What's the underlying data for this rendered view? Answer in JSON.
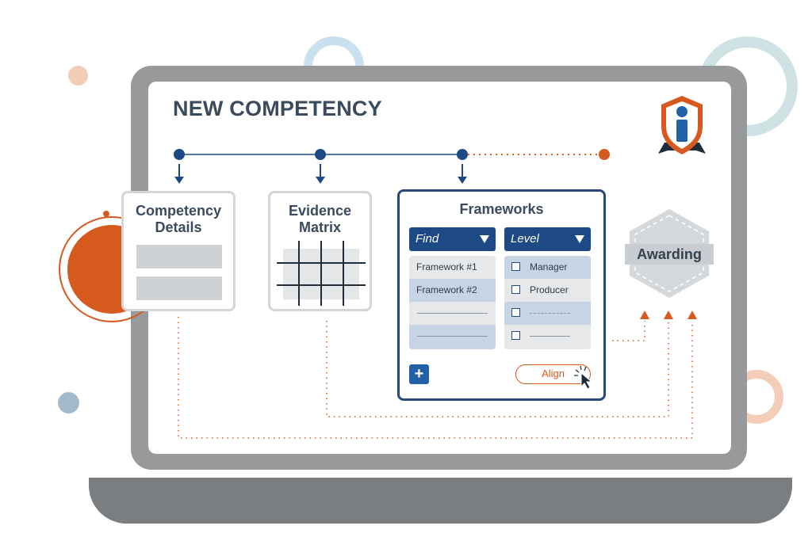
{
  "page": {
    "title": "NEW COMPETENCY"
  },
  "steps": {
    "competency_details": {
      "title": "Competency Details"
    },
    "evidence_matrix": {
      "title": "Evidence Matrix"
    },
    "frameworks": {
      "title": "Frameworks",
      "find_dropdown": {
        "label": "Find",
        "icon": "caret-down-icon"
      },
      "level_dropdown": {
        "label": "Level",
        "icon": "caret-down-icon"
      },
      "framework_list": [
        "Framework #1",
        "Framework #2",
        "",
        ""
      ],
      "level_list": [
        {
          "label": "Manager",
          "checked": false
        },
        {
          "label": "Producer",
          "checked": false
        },
        {
          "label": "",
          "checked": false
        },
        {
          "label": "",
          "checked": false
        }
      ],
      "add_button": {
        "label": "+"
      },
      "align_button": {
        "label": "Align"
      }
    }
  },
  "awarding": {
    "label": "Awarding"
  },
  "colors": {
    "navy": "#1d4a85",
    "orange": "#d65a1e",
    "slate_text": "#3b4a5c",
    "gray": "#97999b",
    "light_blue_row": "#c7d4e4",
    "light_gray_row": "#e6e8ea"
  }
}
